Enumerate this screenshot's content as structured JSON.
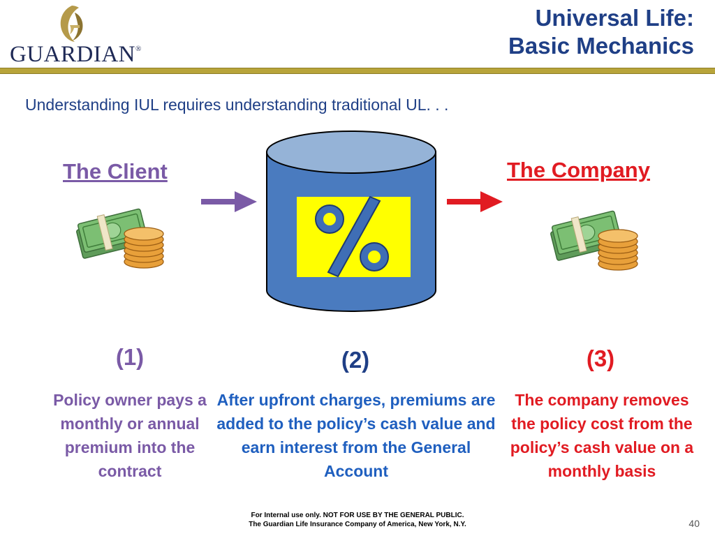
{
  "logo": {
    "name": "GUARDIAN",
    "reg": "®"
  },
  "title": {
    "line1": "Universal Life:",
    "line2": "Basic Mechanics"
  },
  "subtitle": "Understanding IUL requires understanding traditional UL. . .",
  "client": {
    "label": "The Client"
  },
  "company": {
    "label": "The Company"
  },
  "center": {
    "symbol": "%"
  },
  "steps": [
    {
      "number": "(1)",
      "text": "Policy owner pays a monthly or annual premium into the contract"
    },
    {
      "number": "(2)",
      "text": "After upfront charges, premiums are added to the policy’s cash value and earn interest from the General Account"
    },
    {
      "number": "(3)",
      "text": "The company removes the policy cost from the policy’s cash value on a monthly basis"
    }
  ],
  "footer": {
    "line1": "For Internal  use only.  NOT FOR USE BY THE GENERAL PUBLIC.",
    "line2": "The Guardian Life Insurance Company of America, New York, N.Y."
  },
  "page_number": "40",
  "colors": {
    "title_blue": "#1f3f86",
    "client_purple": "#7a5aa6",
    "company_red": "#e11b22",
    "rule_gold": "#b8a43a",
    "cylinder_blue": "#4a7bbf",
    "percent_bg": "#ffff00"
  },
  "icons": [
    "guardian-logo-icon",
    "money-coins-icon",
    "arrow-right-icon",
    "cylinder-icon",
    "percent-icon"
  ]
}
